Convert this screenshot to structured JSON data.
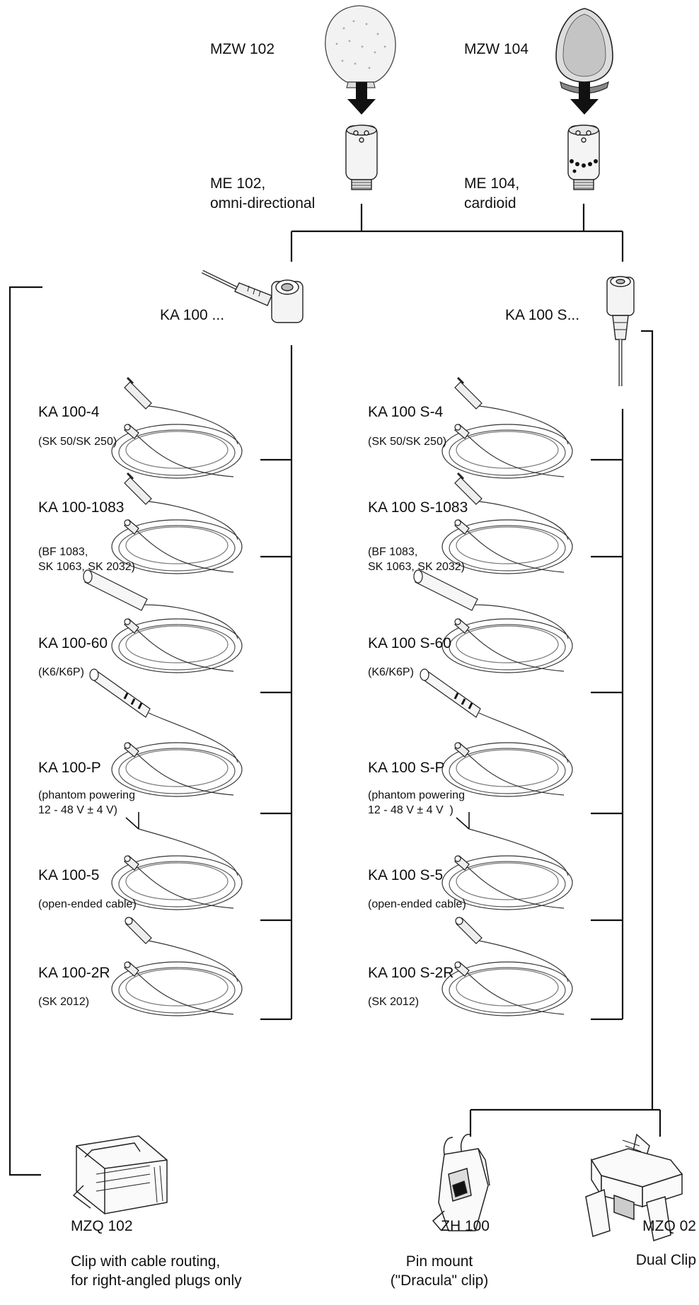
{
  "windscreens": {
    "mzw102": "MZW 102",
    "mzw104": "MZW 104"
  },
  "capsules": {
    "me102": "ME 102,\nomni-directional",
    "me104": "ME 104,\ncardioid"
  },
  "adapters": {
    "ka100": "KA 100 ...",
    "ka100s": "KA 100 S..."
  },
  "cables_left": [
    {
      "model": "KA 100-4",
      "note": "(SK 50/SK 250)"
    },
    {
      "model": "KA 100-1083",
      "note": "(BF 1083,\nSK 1063, SK 2032)"
    },
    {
      "model": "KA 100-60",
      "note": "(K6/K6P)"
    },
    {
      "model": "KA 100-P",
      "note": "(phantom powering\n12 - 48 V ± 4 V)"
    },
    {
      "model": "KA 100-5",
      "note": "(open-ended cable)"
    },
    {
      "model": "KA 100-2R",
      "note": "(SK 2012)"
    }
  ],
  "cables_right": [
    {
      "model": "KA 100 S-4",
      "note": "(SK 50/SK 250)"
    },
    {
      "model": "KA 100 S-1083",
      "note": "(BF 1083,\nSK 1063, SK 2032)"
    },
    {
      "model": "KA 100 S-60",
      "note": "(K6/K6P)"
    },
    {
      "model": "KA 100 S-P",
      "note": "(phantom powering\n12 - 48 V ± 4 V  )"
    },
    {
      "model": "KA 100 S-5",
      "note": "(open-ended cable)"
    },
    {
      "model": "KA 100 S-2R",
      "note": "(SK 2012)"
    }
  ],
  "clips": {
    "mzq102": {
      "model": "MZQ 102",
      "desc": "Clip with cable routing,\nfor right-angled plugs only"
    },
    "zh100": {
      "model": "ZH 100",
      "desc": "Pin mount\n(\"Dracula\" clip)"
    },
    "mzq02": {
      "model": "MZQ 02",
      "desc": "Dual Clip"
    }
  }
}
